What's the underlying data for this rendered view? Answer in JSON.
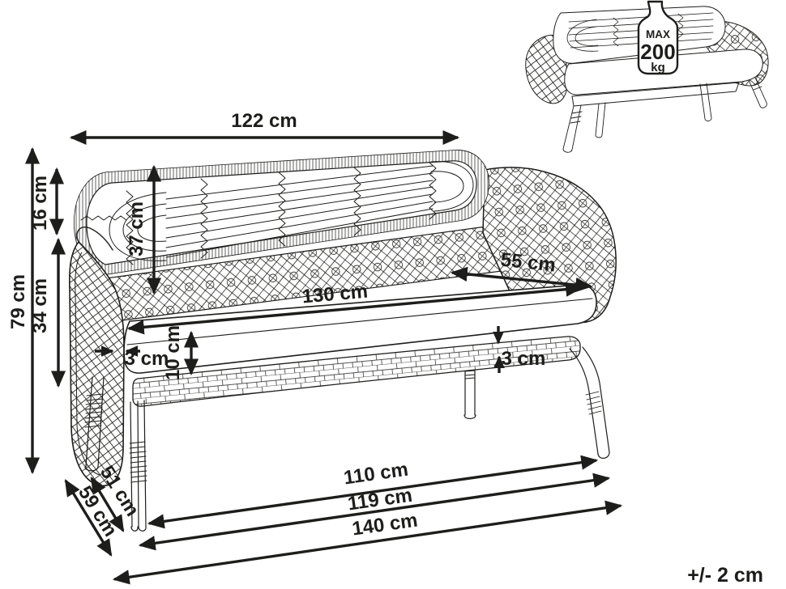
{
  "page": {
    "background_color": "#ffffff",
    "line_color": "#1d1d1b",
    "tolerance_note": "+/- 2 cm",
    "subject": "rattan garden bench dimension drawing"
  },
  "badge": {
    "line1": "MAX",
    "line2": "200",
    "line3": "kg"
  },
  "dimensions": {
    "overall_width_back": "122 cm",
    "total_height": "79 cm",
    "backrest_top_height": "16 cm",
    "side_height": "34 cm",
    "backrest_inner_height": "37 cm",
    "seat_depth": "55 cm",
    "seat_width": "130 cm",
    "cushion_thickness": "10 cm",
    "frame_thickness_left": "3 cm",
    "frame_thickness_right": "3 cm",
    "front_leg_span": "110 cm",
    "outer_leg_span": "119 cm",
    "overall_floor_width": "140 cm",
    "leg_depth_inner": "51 cm",
    "leg_depth_outer": "59 cm"
  }
}
